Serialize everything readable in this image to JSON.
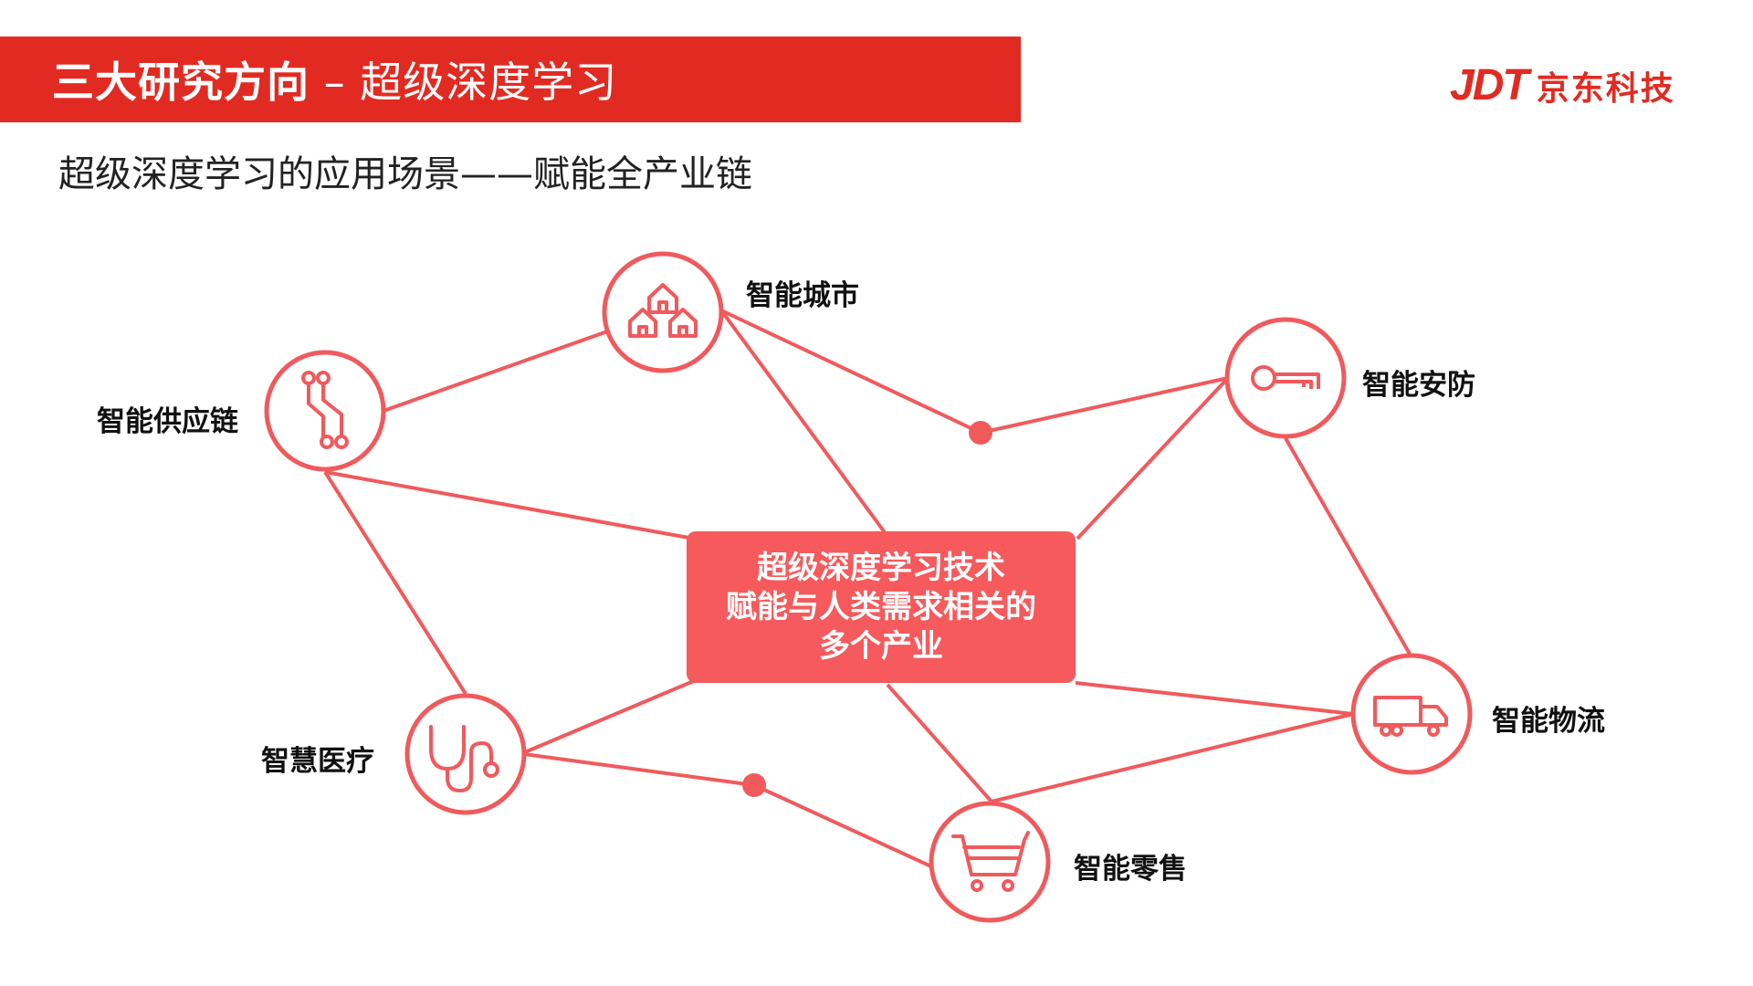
{
  "header": {
    "title_bold": "三大研究方向",
    "title_rest": " – 超级深度学习",
    "logo_mark": "JDT",
    "logo_text": "京东科技"
  },
  "subtitle": "超级深度学习的应用场景——赋能全产业链",
  "center": {
    "lines": [
      "超级深度学习技术",
      "赋能与人类需求相关的",
      "多个产业"
    ]
  },
  "nodes": [
    {
      "id": "city",
      "label": "智能城市",
      "icon": "houses-icon"
    },
    {
      "id": "supply",
      "label": "智能供应链",
      "icon": "circuit-icon"
    },
    {
      "id": "security",
      "label": "智能安防",
      "icon": "key-icon"
    },
    {
      "id": "logistics",
      "label": "智能物流",
      "icon": "truck-icon"
    },
    {
      "id": "medical",
      "label": "智慧医疗",
      "icon": "stethoscope-icon"
    },
    {
      "id": "retail",
      "label": "智能零售",
      "icon": "shopping-cart-icon"
    }
  ],
  "colors": {
    "brand_red": "#e12b22",
    "diagram_red": "#f65a5c",
    "line_red": "#f05a5c"
  }
}
